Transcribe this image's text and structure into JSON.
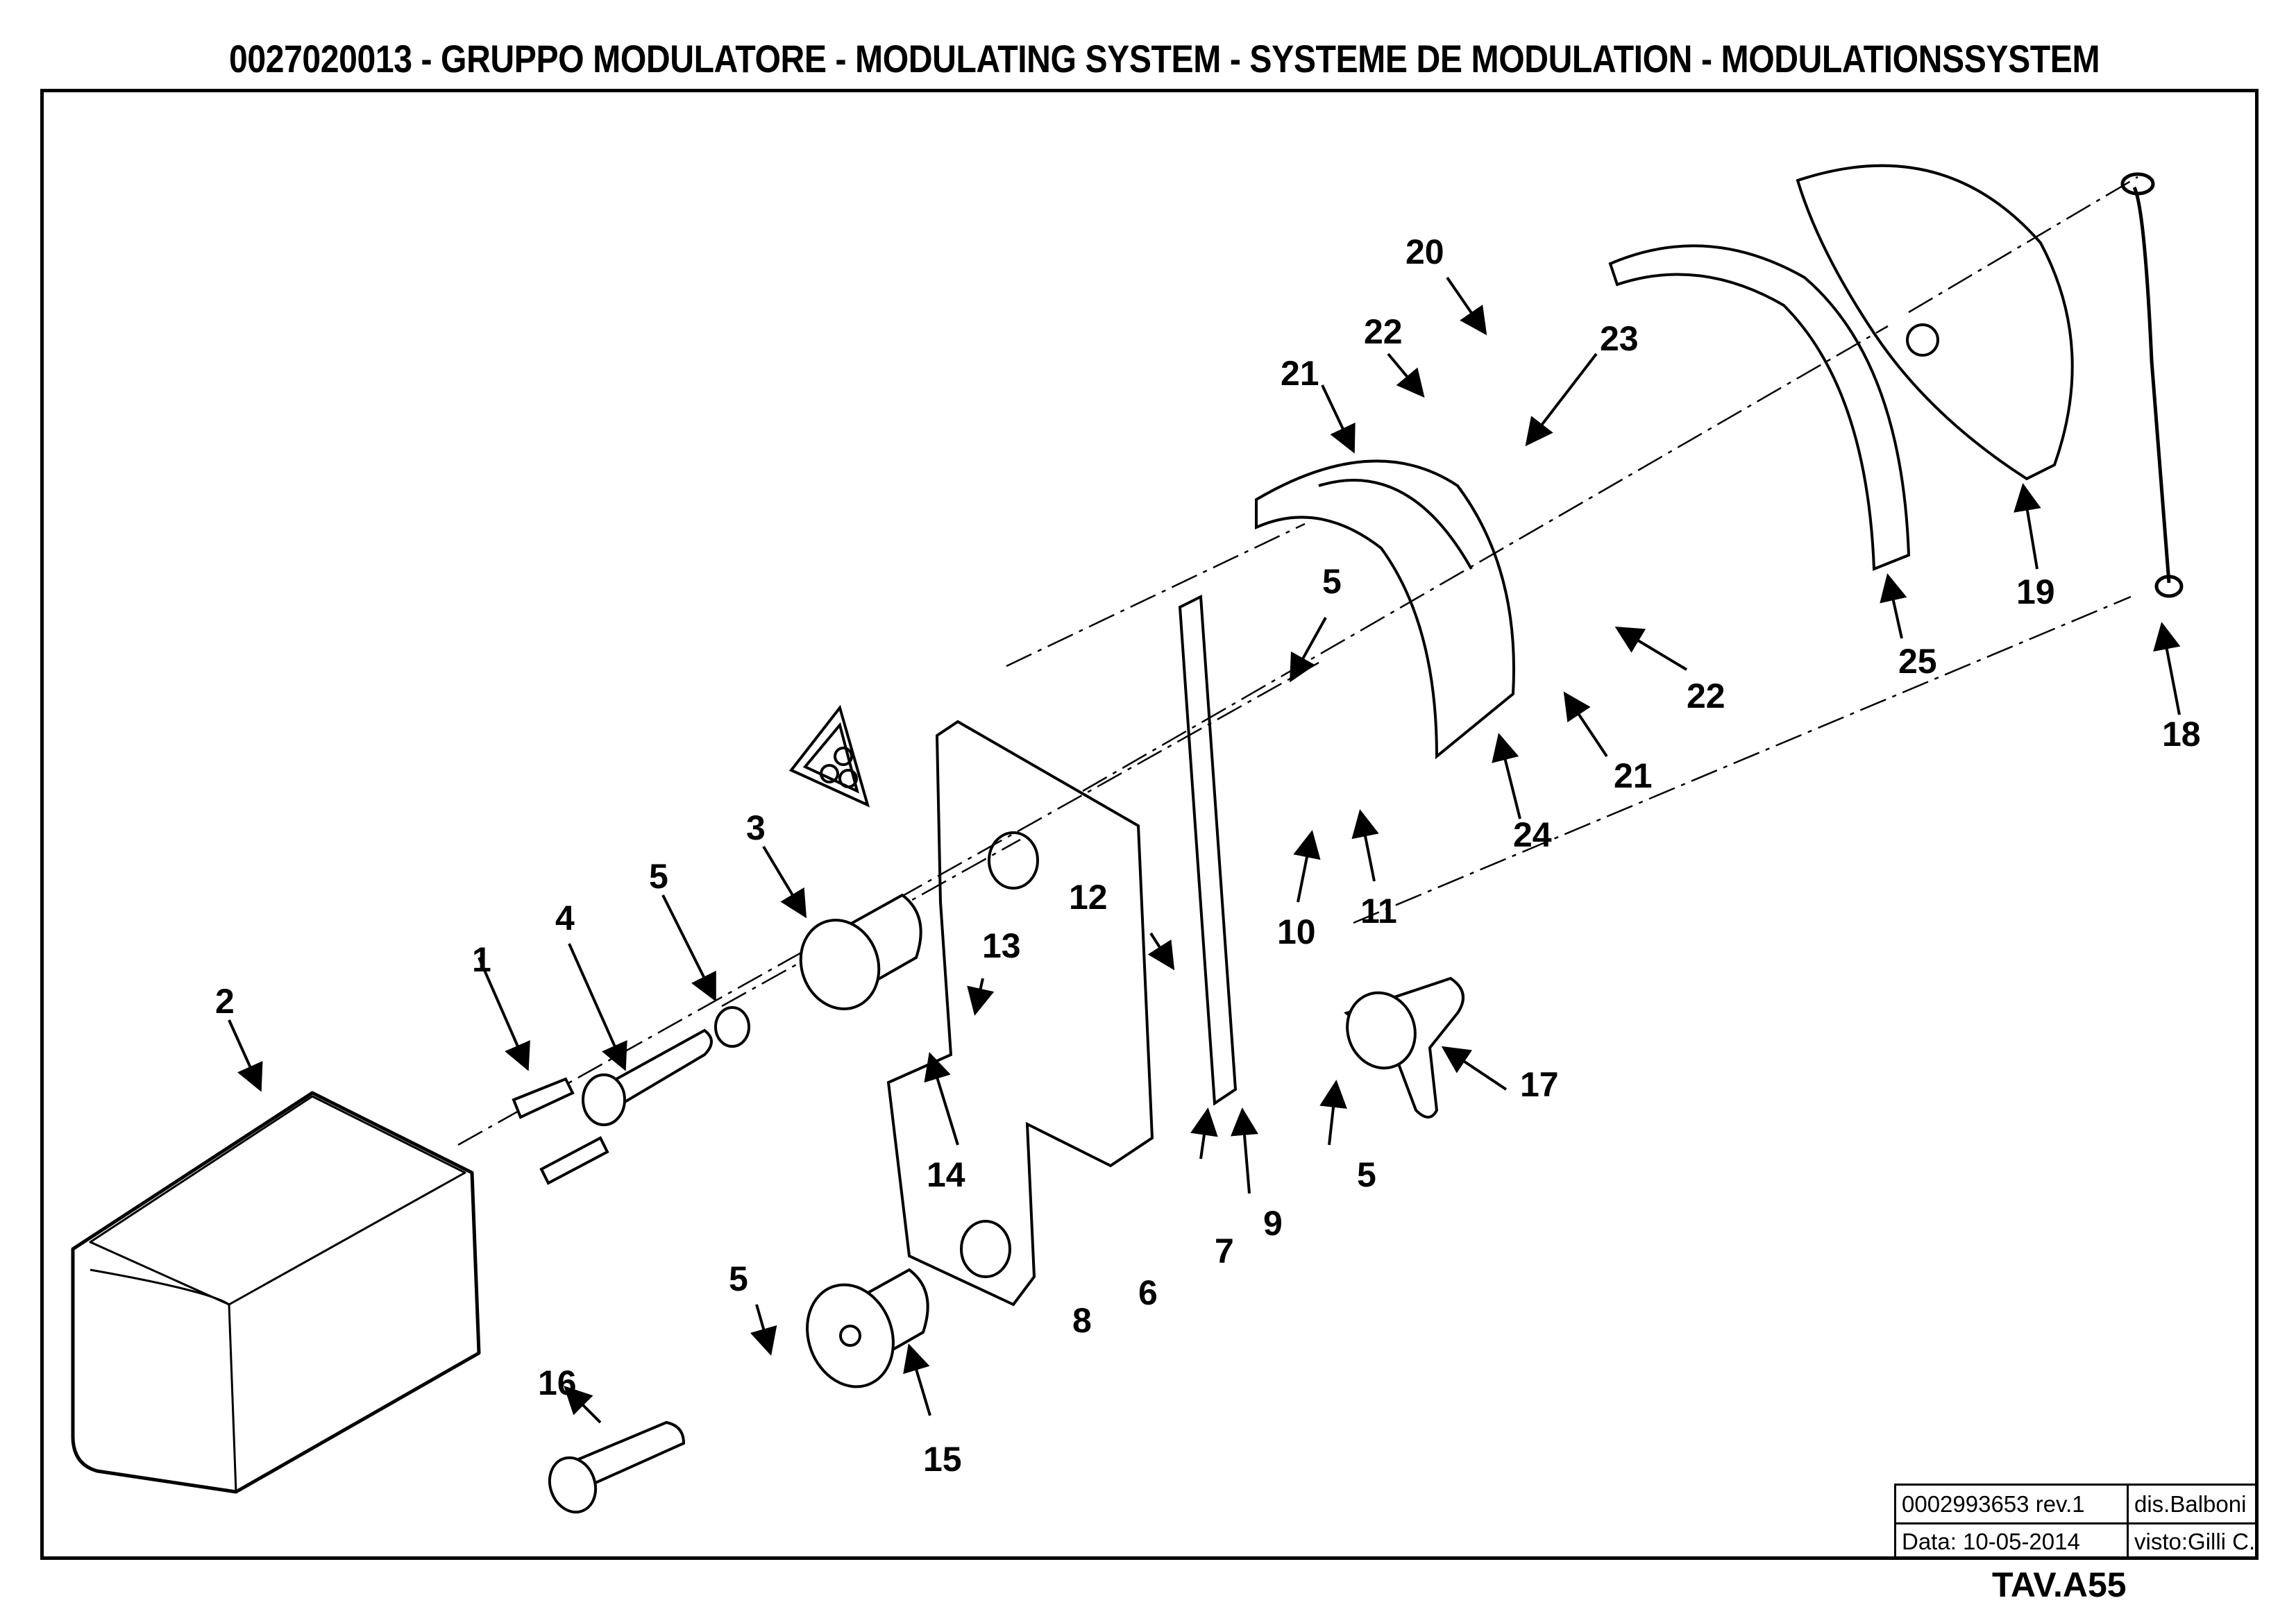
{
  "header": {
    "title": "0027020013 - GRUPPO MODULATORE - MODULATING SYSTEM - SYSTEME DE MODULATION - MODULATIONSSYSTEM"
  },
  "title_block": {
    "drawing_number": "0002993653 rev.1",
    "designer": "dis.Balboni",
    "date": "Data:  10-05-2014",
    "checked_by": "visto:Gilli C."
  },
  "table_reference": "TAV.A55",
  "callouts": {
    "c1": "1",
    "c2": "2",
    "c3": "3",
    "c4": "4",
    "c5a": "5",
    "c5b": "5",
    "c5c": "5",
    "c5d": "5",
    "c6": "6",
    "c7": "7",
    "c8": "8",
    "c9": "9",
    "c10": "10",
    "c11": "11",
    "c12": "12",
    "c13": "13",
    "c14": "14",
    "c15": "15",
    "c16": "16",
    "c17": "17",
    "c18": "18",
    "c19": "19",
    "c20": "20",
    "c21a": "21",
    "c21b": "21",
    "c22a": "22",
    "c22b": "22",
    "c23": "23",
    "c24": "24",
    "c25": "25"
  },
  "icons": {
    "warning": "warning-triangle-icon"
  }
}
